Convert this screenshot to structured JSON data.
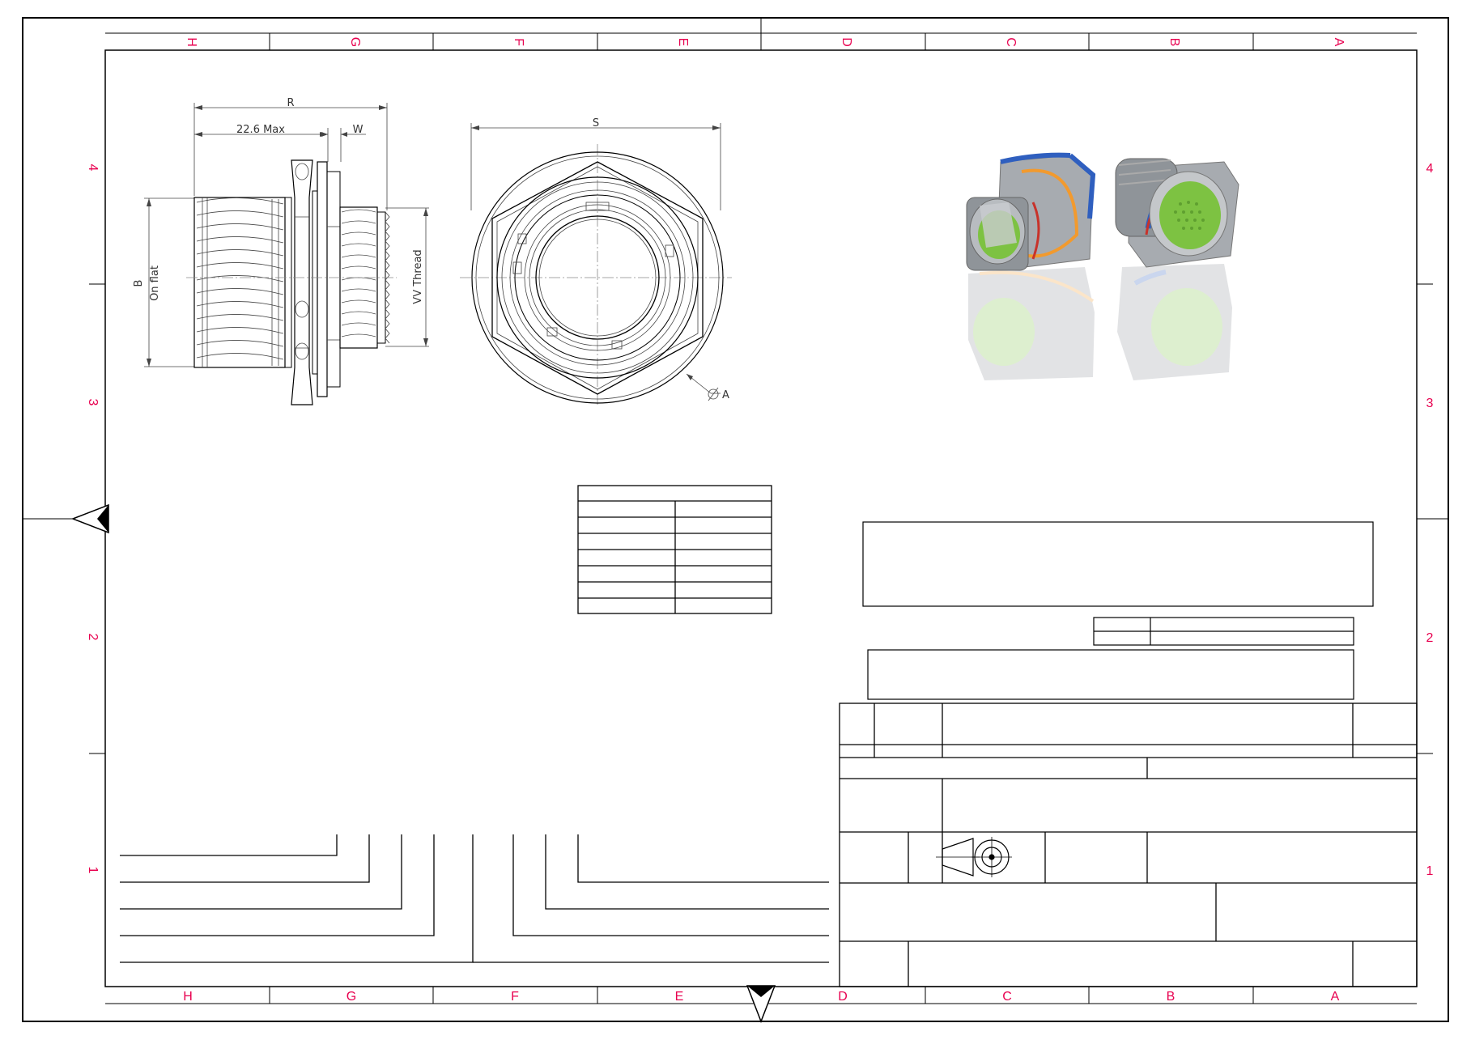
{
  "zones": {
    "columns": [
      "H",
      "G",
      "F",
      "E",
      "D",
      "C",
      "B",
      "A"
    ],
    "rows": [
      "4",
      "3",
      "2",
      "1"
    ]
  },
  "dimensions": {
    "r": "R",
    "max_len": "22.6 Max",
    "w": "W",
    "s": "S",
    "b": "B",
    "on_flat": "On flat",
    "thread": "VV Thread",
    "phi_a": "A"
  },
  "icons": {
    "projection": "third-angle-projection-icon",
    "orientation": "centering-triangle-icon"
  },
  "colors": {
    "zone_labels": "#e8004f",
    "shell": "#8f9499",
    "insert": "#7dc242",
    "band_blue": "#2f5fbf",
    "band_orange": "#f29a2e",
    "band_red": "#c8322a"
  }
}
